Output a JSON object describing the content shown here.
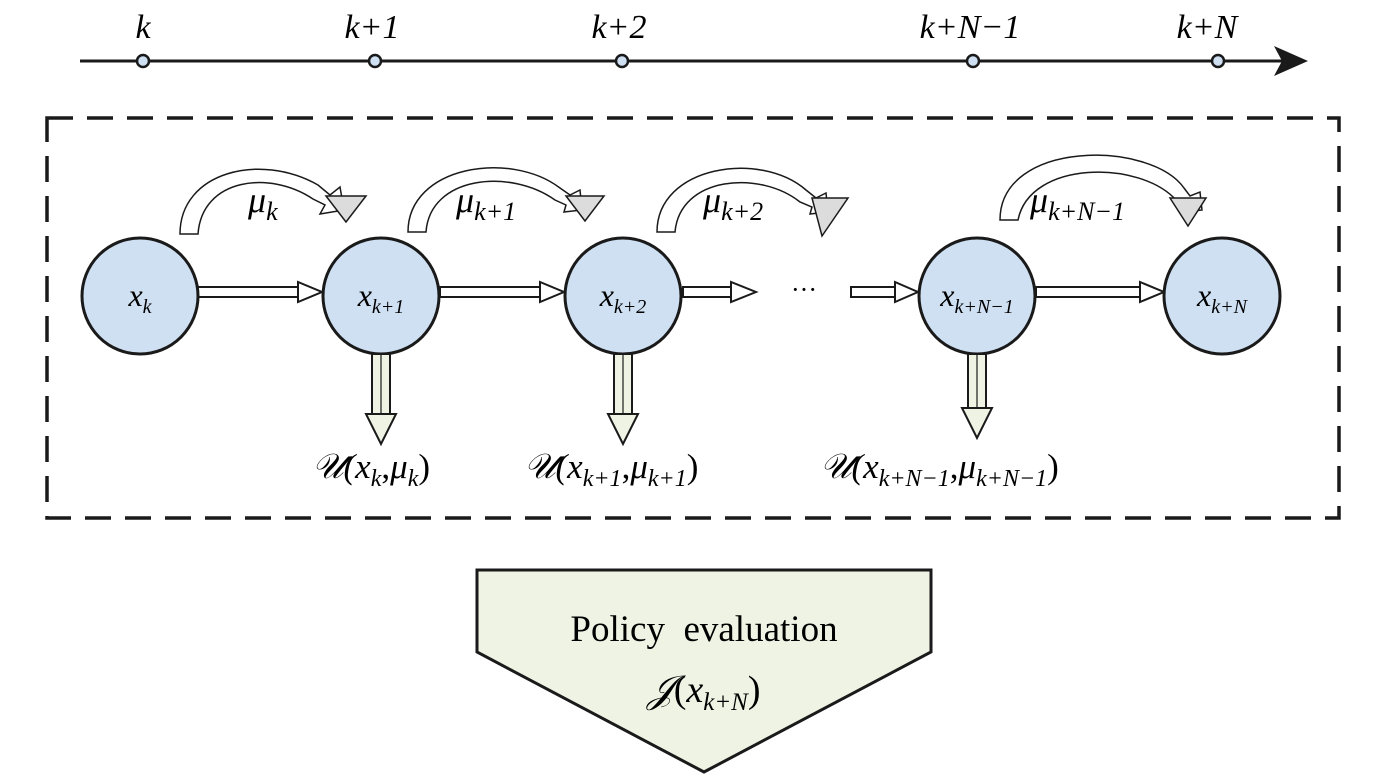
{
  "timeline": {
    "ticks": [
      "k",
      "k+1",
      "k+2",
      "k+N−1",
      "k+N"
    ]
  },
  "states": [
    {
      "base": "x",
      "sub": "k"
    },
    {
      "base": "x",
      "sub": "k+1"
    },
    {
      "base": "x",
      "sub": "k+2"
    },
    {
      "base": "x",
      "sub": "k+N−1"
    },
    {
      "base": "x",
      "sub": "k+N"
    }
  ],
  "policies": [
    {
      "base": "μ",
      "sub": "k"
    },
    {
      "base": "μ",
      "sub": "k+1"
    },
    {
      "base": "μ",
      "sub": "k+2"
    },
    {
      "base": "μ",
      "sub": "k+N−1"
    }
  ],
  "ellipsis": "···",
  "costs": [
    {
      "fn": "𝒰(",
      "x": "x",
      "xsub": "k",
      "comma": ",",
      "mu": "μ",
      "musub": "k",
      "close": ")"
    },
    {
      "fn": "𝒰(",
      "x": "x",
      "xsub": "k+1",
      "comma": ",",
      "mu": "μ",
      "musub": "k+1",
      "close": ")"
    },
    {
      "fn": "𝒰(",
      "x": "x",
      "xsub": "k+N−1",
      "comma": ",",
      "mu": "μ",
      "musub": "k+N−1",
      "close": ")"
    }
  ],
  "evaluation": {
    "title": "Policy  evaluation",
    "fn": "𝒥",
    "open": "(",
    "x": "x",
    "xsub": "k+N",
    "close": ")"
  },
  "colors": {
    "node_fill": "#cfe0f3",
    "evaluation_fill": "#eef3e4",
    "down_arrow_fill": "#eef3e4",
    "curved_arrow_fill": "#ffffff",
    "curved_arrow_head": "#dcdcdc",
    "tick_fill": "#cfe0f3",
    "stroke": "#1a1a1a"
  }
}
